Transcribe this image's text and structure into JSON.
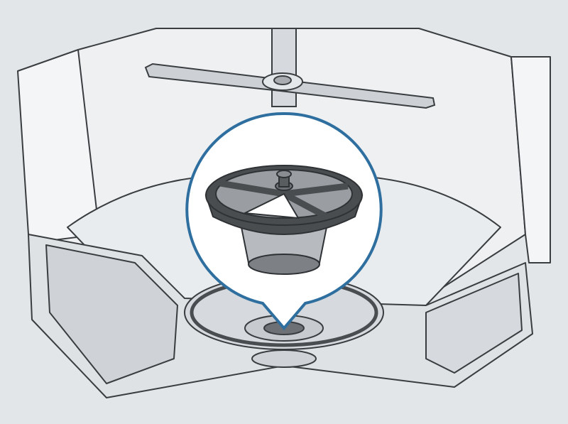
{
  "colors": {
    "background": "#e3e6e9",
    "outline": "#3a3d40",
    "tub_fill": "#eef0f2",
    "tub_shade": "#d3d7db",
    "callout_border": "#2f6f9f",
    "callout_fill": "#ffffff",
    "filter_dark": "#4a4d50",
    "filter_mesh": "#9a9ea2"
  },
  "illustration": {
    "subject": "dishwasher-tub-filter",
    "parts": [
      "tub",
      "lower-spray-arm",
      "sump",
      "filter-callout",
      "filter"
    ]
  }
}
